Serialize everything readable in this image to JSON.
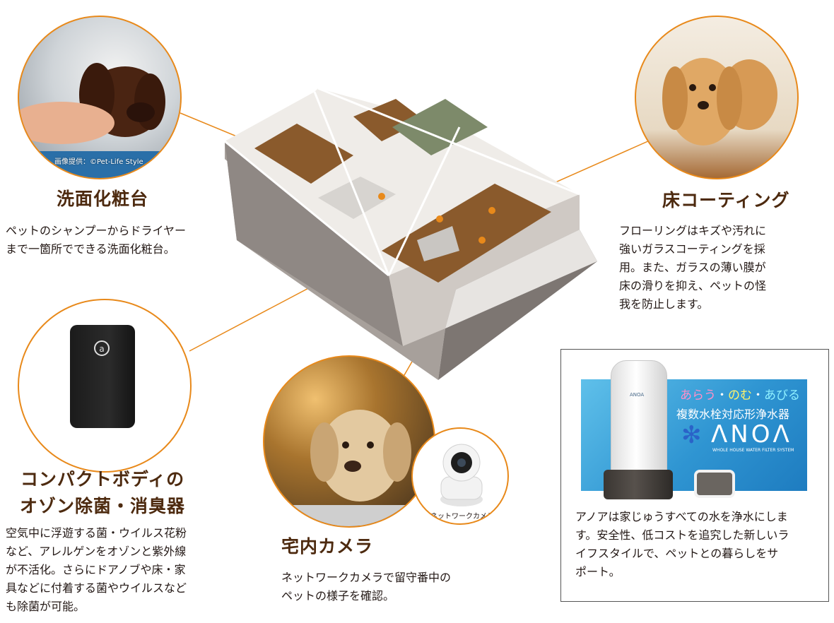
{
  "colors": {
    "accent": "#e8891a",
    "heading": "#4d2a0f",
    "text": "#231815"
  },
  "washbasin": {
    "credit": "画像提供：©Pet-Life Style",
    "title": "洗面化粧台",
    "desc": [
      "ペットのシャンプーからドライヤー",
      "まで一箇所でできる洗面化粧台。"
    ]
  },
  "floor": {
    "title": "床コーティング",
    "desc": [
      "フローリングはキズや汚れに",
      "強いガラスコーティングを採",
      "用。また、ガラスの薄い膜が",
      "床の滑りを抑え、ペットの怪",
      "我を防止します。"
    ]
  },
  "ozone": {
    "device_label": "a",
    "title_lines": [
      "コンパクトボディの",
      "オゾン除菌・消臭器"
    ],
    "desc": [
      "空気中に浮遊する菌・ウイルス花粉",
      "など、アレルゲンをオゾンと紫外線",
      "が不活化。さらにドアノブや床・家",
      "具などに付着する菌やウイルスなど",
      "も除菌が可能。"
    ]
  },
  "camera": {
    "caption": "ネットワークカメラ",
    "title": "宅内カメラ",
    "desc": [
      "ネットワークカメラで留守番中の",
      "ペットの様子を確認。"
    ]
  },
  "anoa": {
    "tagline_parts": [
      "あらう",
      "・",
      "のむ",
      "・",
      "あびる"
    ],
    "subtitle": "複数水栓対応形浄水器",
    "logo": "ΛNOΛ",
    "logo_sub": "WHOLE HOUSE WATER FILTER SYSTEM",
    "device_label": "ANOA",
    "desc": [
      "アノアは家じゅうすべての水を浄水にしま",
      "す。安全性、低コストを追究した新しいラ",
      "イフスタイルで、ペットとの暮らしをサ",
      "ポート。"
    ]
  }
}
